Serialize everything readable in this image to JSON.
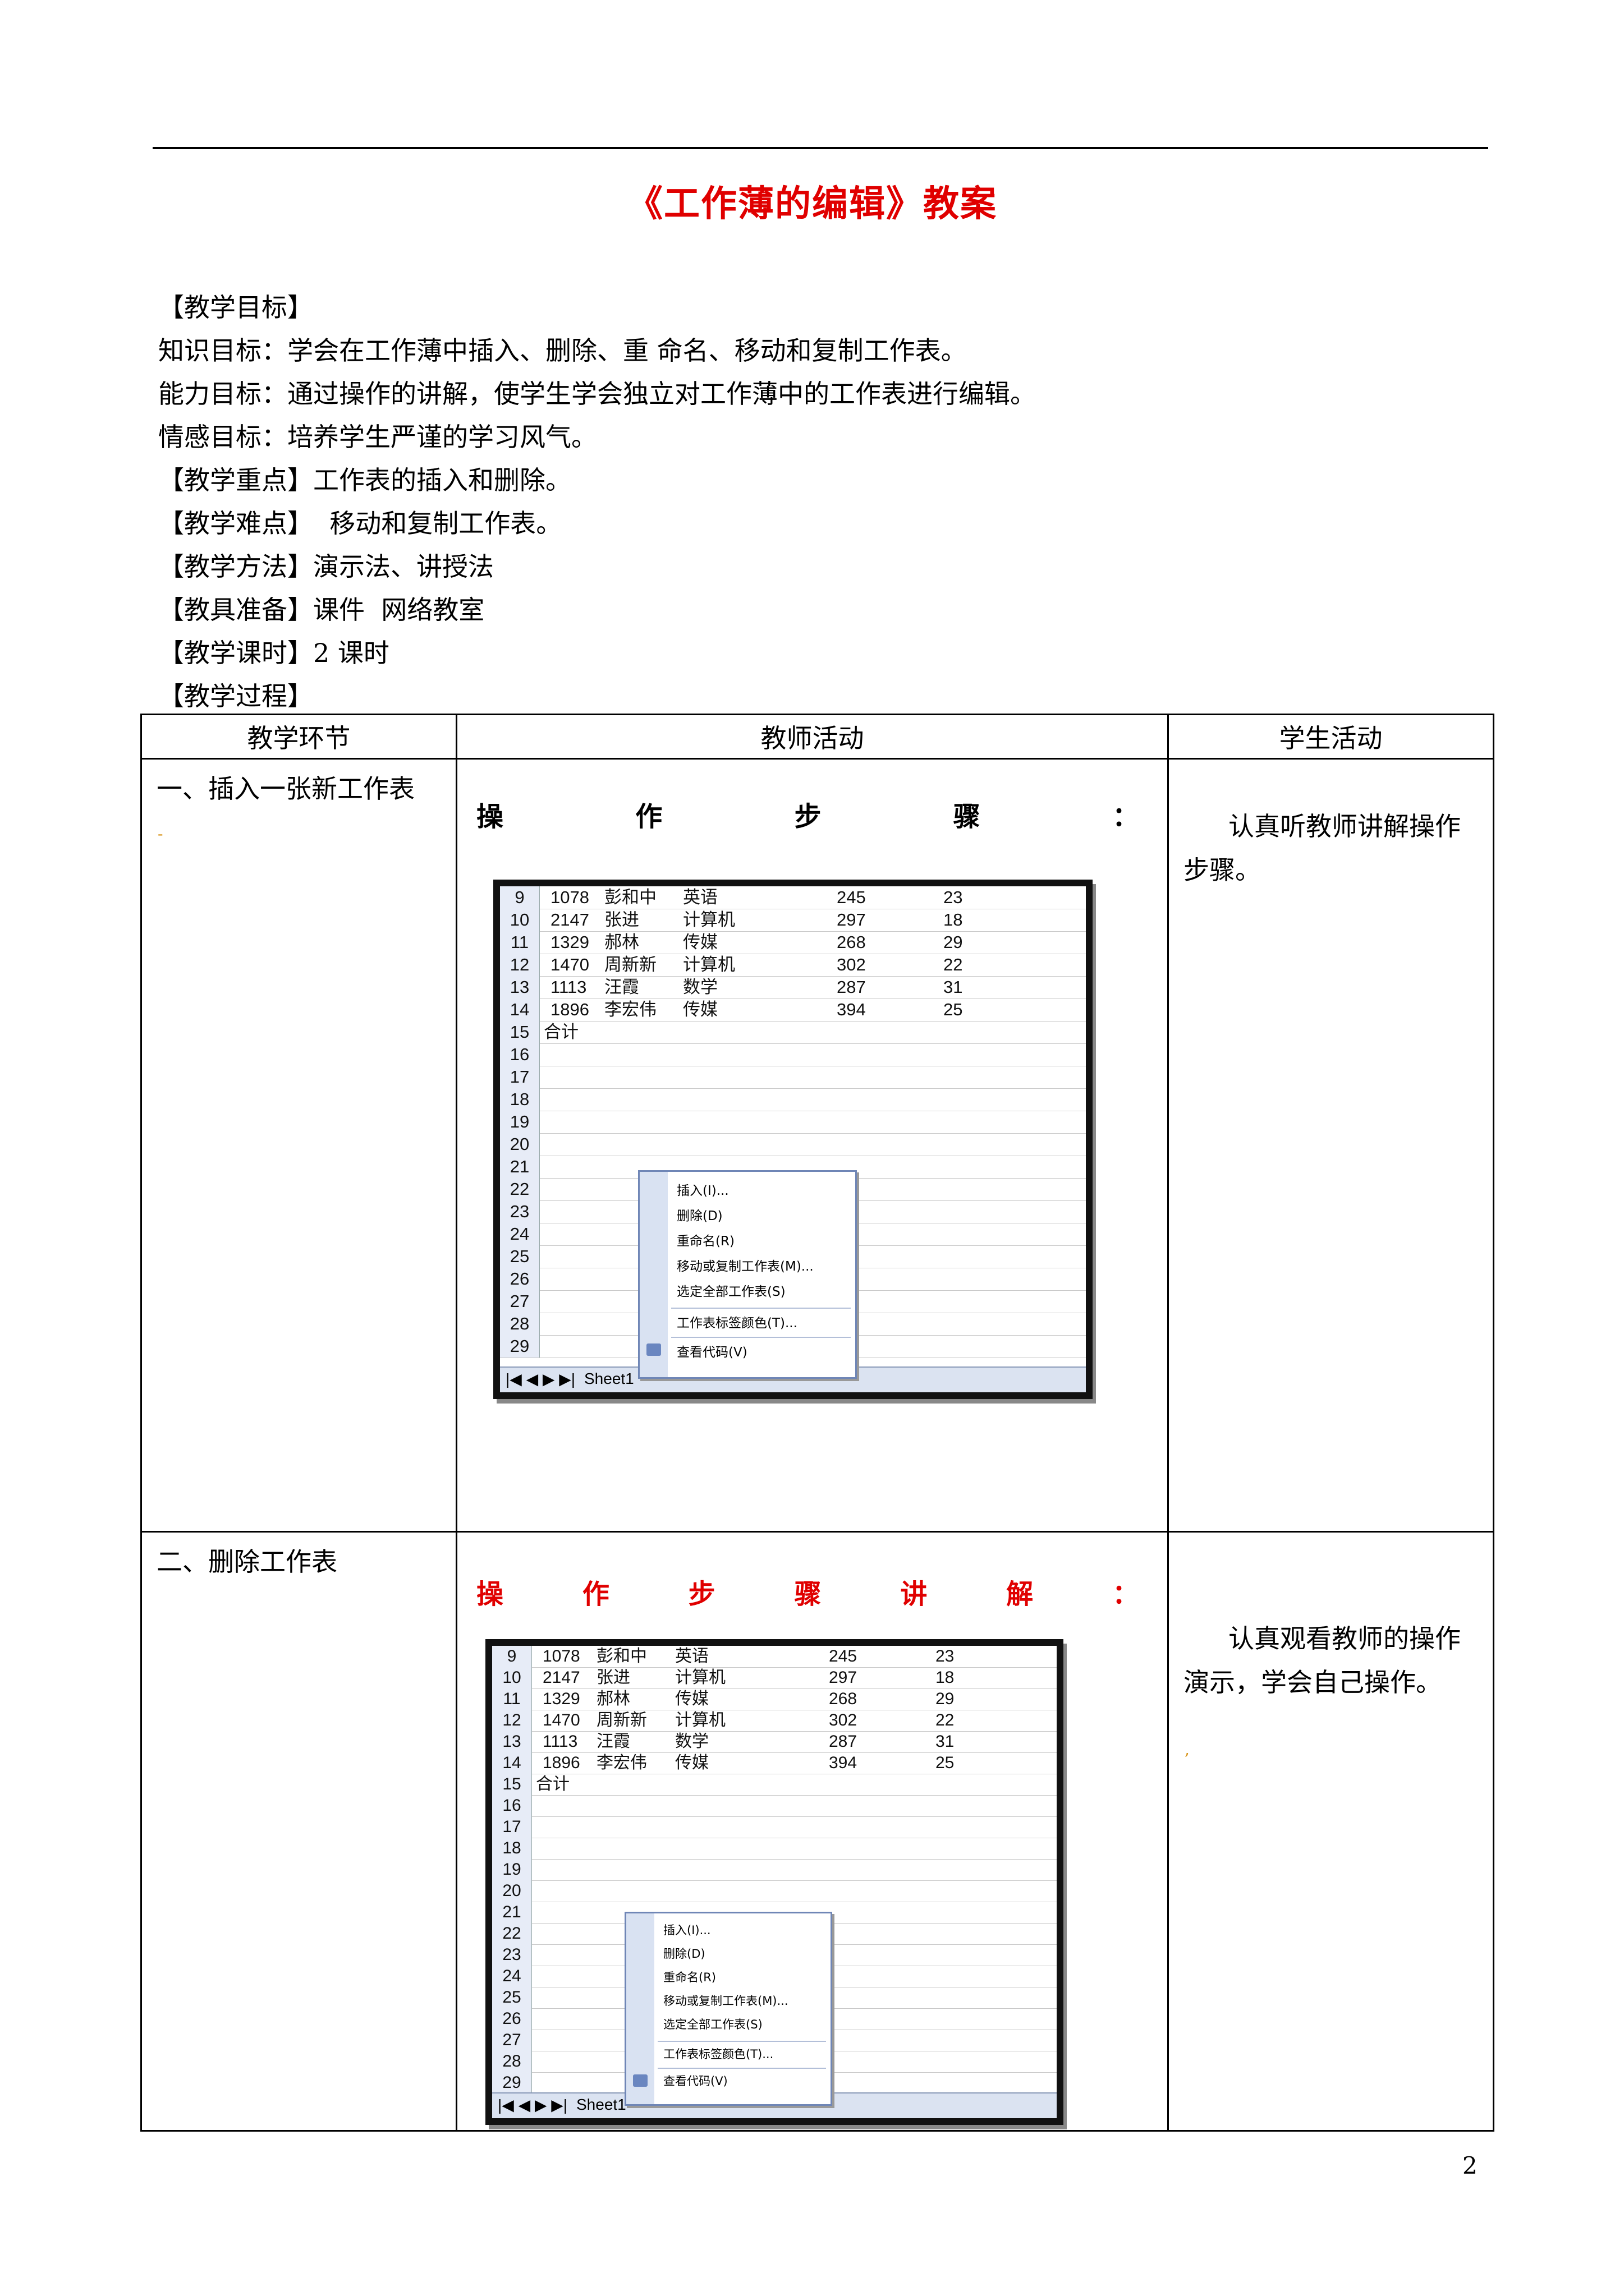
{
  "title": "《工作薄的编辑》教案",
  "lines": [
    "【教学目标】",
    "知识目标：学会在工作薄中插入、删除、重 命名、移动和复制工作表。",
    "能力目标：通过操作的讲解，使学生学会独立对工作薄中的工作表进行编辑。",
    "情感目标：培养学生严谨的学习风气。",
    "【教学重点】工作表的插入和删除。",
    "【教学难点】  移动和复制工作表。",
    "【教学方法】演示法、讲授法",
    "【教具准备】课件  网络教室",
    "【教学课时】2 课时",
    "【教学过程】"
  ],
  "table": {
    "headers": [
      "教学环节",
      "教师活动",
      "学生活动"
    ],
    "rows": [
      {
        "stage": "一、插入一张新工作表",
        "steps": [
          "操",
          "作",
          "步",
          "骤",
          "："
        ],
        "student": "认真听教师讲解操作步骤。"
      },
      {
        "stage": "二、删除工作表",
        "steps": [
          "操",
          "作",
          "步",
          "骤",
          "讲",
          "解",
          "："
        ],
        "student": "认真观看教师的操作演示，学会自己操作。"
      }
    ]
  },
  "spreadsheet": {
    "rows": [
      {
        "n": "9",
        "id": "1078",
        "name": "彭和中",
        "major": "英语",
        "a": "245",
        "b": "23"
      },
      {
        "n": "10",
        "id": "2147",
        "name": "张进",
        "major": "计算机",
        "a": "297",
        "b": "18"
      },
      {
        "n": "11",
        "id": "1329",
        "name": "郝林",
        "major": "传媒",
        "a": "268",
        "b": "29"
      },
      {
        "n": "12",
        "id": "1470",
        "name": "周新新",
        "major": "计算机",
        "a": "302",
        "b": "22"
      },
      {
        "n": "13",
        "id": "1113",
        "name": "汪霞",
        "major": "数学",
        "a": "287",
        "b": "31"
      },
      {
        "n": "14",
        "id": "1896",
        "name": "李宏伟",
        "major": "传媒",
        "a": "394",
        "b": "25"
      },
      {
        "n": "15",
        "label": "合计"
      },
      {
        "n": "16"
      },
      {
        "n": "17"
      },
      {
        "n": "18"
      },
      {
        "n": "19"
      },
      {
        "n": "20"
      },
      {
        "n": "21"
      },
      {
        "n": "22"
      },
      {
        "n": "23"
      },
      {
        "n": "24"
      },
      {
        "n": "25"
      },
      {
        "n": "26"
      },
      {
        "n": "27"
      },
      {
        "n": "28"
      },
      {
        "n": "29"
      }
    ],
    "tab": "Sheet1",
    "context_menu": [
      "插入(I)...",
      "删除(D)",
      "重命名(R)",
      "移动或复制工作表(M)...",
      "选定全部工作表(S)",
      "工作表标签颜色(T)...",
      "查看代码(V)"
    ]
  },
  "page_number": "2"
}
